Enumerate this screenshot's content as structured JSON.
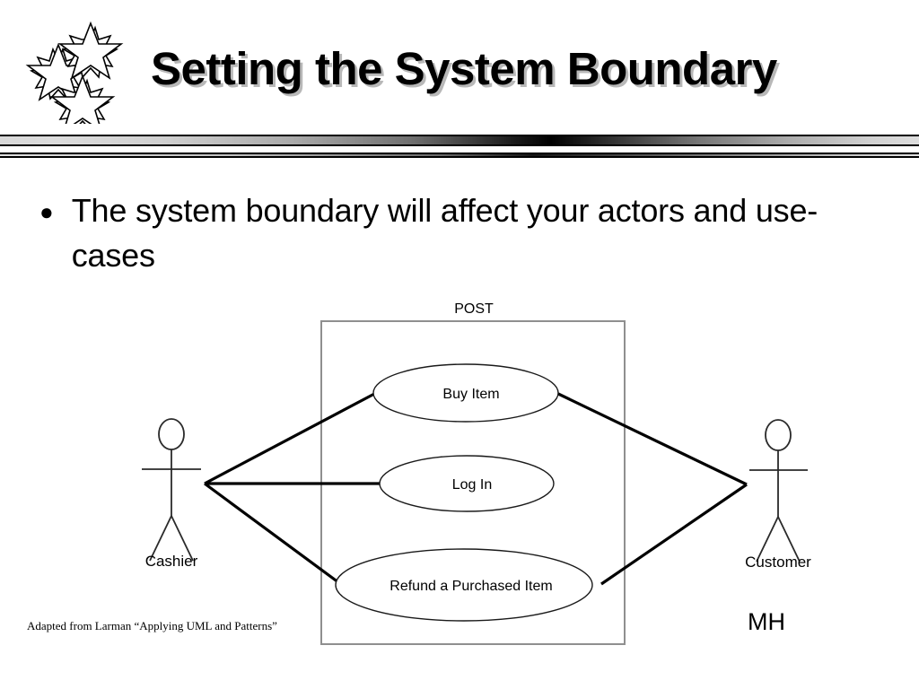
{
  "slide": {
    "title": "Setting the System Boundary",
    "logo_name": "three-stars-logo",
    "background_color": "#ffffff",
    "title_color": "#000000",
    "title_shadow_color": "#b8b8b8"
  },
  "bullets": [
    {
      "marker": "●",
      "text": "The system boundary will affect your actors and use-cases"
    }
  ],
  "diagram": {
    "type": "uml-use-case-diagram",
    "boundary_label": "POST",
    "boundary_stroke": "#8f8f8f",
    "use_cases": [
      {
        "id": "buy-item",
        "label": "Buy Item"
      },
      {
        "id": "log-in",
        "label": "Log In"
      },
      {
        "id": "refund-purchased-item",
        "label": "Refund a Purchased Item"
      }
    ],
    "actors": [
      {
        "id": "cashier",
        "label": "Cashier",
        "side": "left"
      },
      {
        "id": "customer",
        "label": "Customer",
        "side": "right"
      }
    ],
    "associations": [
      {
        "actor": "cashier",
        "use_case": "buy-item"
      },
      {
        "actor": "cashier",
        "use_case": "log-in"
      },
      {
        "actor": "cashier",
        "use_case": "refund-purchased-item"
      },
      {
        "actor": "customer",
        "use_case": "buy-item"
      },
      {
        "actor": "customer",
        "use_case": "refund-purchased-item"
      }
    ]
  },
  "footer": {
    "source_credit": "Adapted from Larman “Applying UML and Patterns”",
    "author_initials": "MH"
  }
}
